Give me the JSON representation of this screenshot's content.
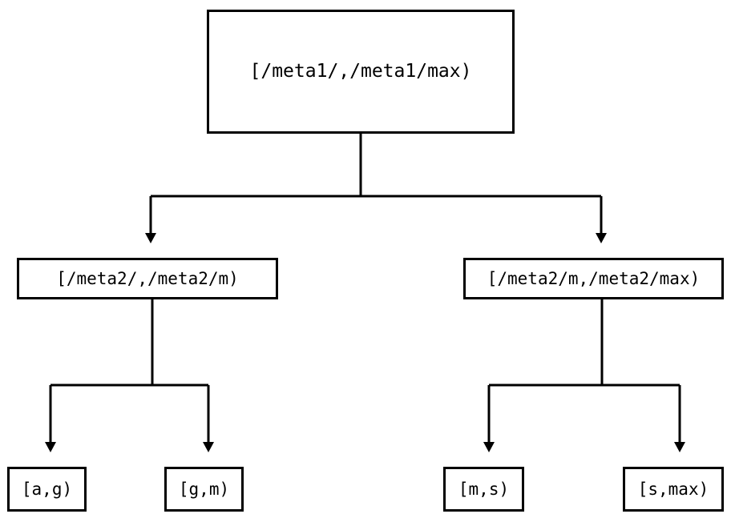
{
  "diagram": {
    "type": "tree",
    "title": "",
    "orientation": "top-down",
    "stroke_color": "#000000",
    "fill_color": "#ffffff",
    "background_color": "#ffffff",
    "arrowhead": "filled-triangle-down",
    "nodes": {
      "root": {
        "label": "[/meta1/,/meta1/max)"
      },
      "mid_left": {
        "label": "[/meta2/,/meta2/m)"
      },
      "mid_right": {
        "label": "[/meta2/m,/meta2/max)"
      },
      "leaf_ag": {
        "label": "[a,g)"
      },
      "leaf_gm": {
        "label": "[g,m)"
      },
      "leaf_ms": {
        "label": "[m,s)"
      },
      "leaf_smax": {
        "label": "[s,max)"
      }
    },
    "edges": [
      {
        "from": "root",
        "to": "mid_left"
      },
      {
        "from": "root",
        "to": "mid_right"
      },
      {
        "from": "mid_left",
        "to": "leaf_ag"
      },
      {
        "from": "mid_left",
        "to": "leaf_gm"
      },
      {
        "from": "mid_right",
        "to": "leaf_ms"
      },
      {
        "from": "mid_right",
        "to": "leaf_smax"
      }
    ]
  }
}
